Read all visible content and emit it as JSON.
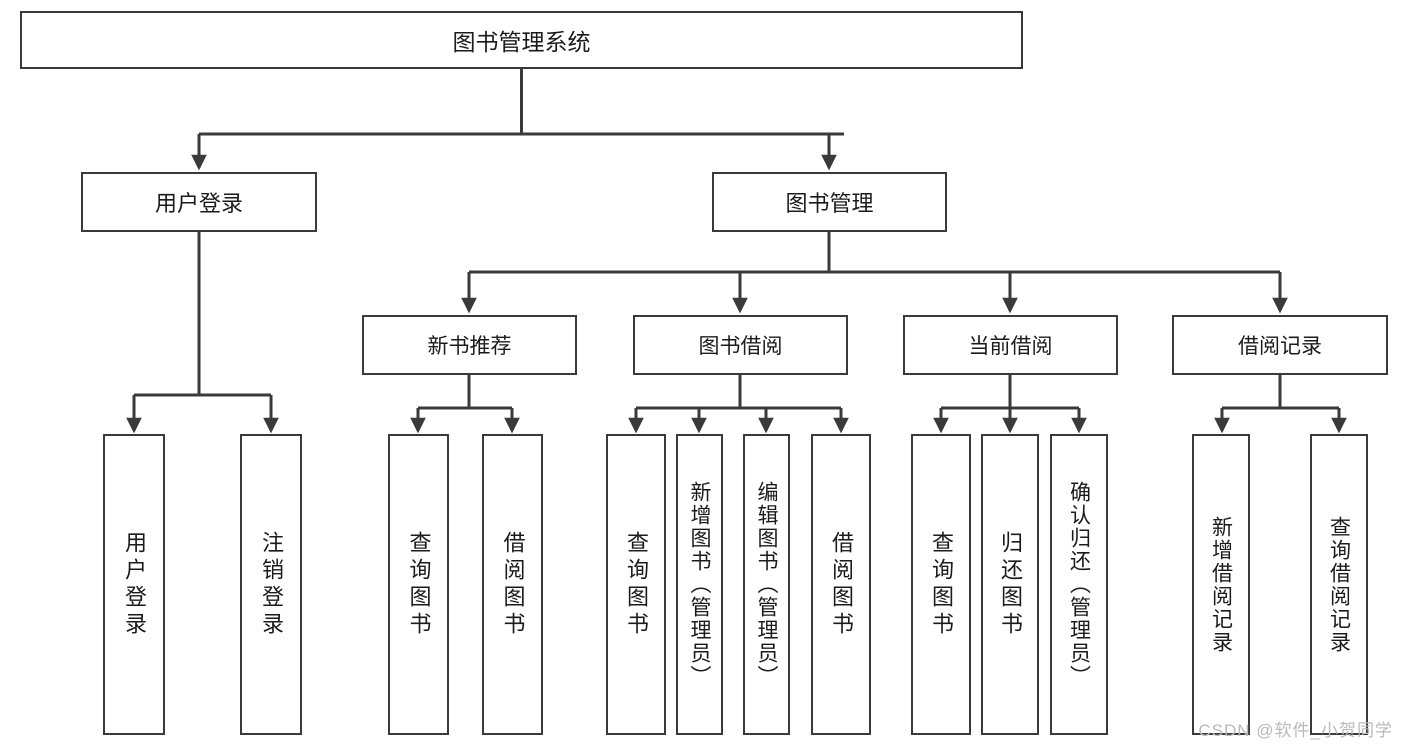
{
  "diagram": {
    "title": "图书管理系统",
    "watermark": "CSDN @软件_小贺同学",
    "root": {
      "label": "图书管理系统"
    },
    "level2": [
      {
        "label": "用户登录"
      },
      {
        "label": "图书管理"
      }
    ],
    "level3": [
      {
        "label": "新书推荐"
      },
      {
        "label": "图书借阅"
      },
      {
        "label": "当前借阅"
      },
      {
        "label": "借阅记录"
      }
    ],
    "leaves": {
      "user_login": [
        {
          "label": "用户登录"
        },
        {
          "label": "注销登录"
        }
      ],
      "new_book_recommend": [
        {
          "label": "查询图书"
        },
        {
          "label": "借阅图书"
        }
      ],
      "book_borrow": [
        {
          "label": "查询图书"
        },
        {
          "label": "新增图书（管理员）"
        },
        {
          "label": "编辑图书（管理员）"
        },
        {
          "label": "借阅图书"
        }
      ],
      "current_borrow": [
        {
          "label": "查询图书"
        },
        {
          "label": "归还图书"
        },
        {
          "label": "确认归还（管理员）"
        }
      ],
      "borrow_record": [
        {
          "label": "新增借阅记录"
        },
        {
          "label": "查询借阅记录"
        }
      ]
    },
    "colors": {
      "stroke": "#3a3a3a",
      "background": "#ffffff",
      "text": "#1b1b1b",
      "watermark": "#b9b9b9"
    }
  }
}
